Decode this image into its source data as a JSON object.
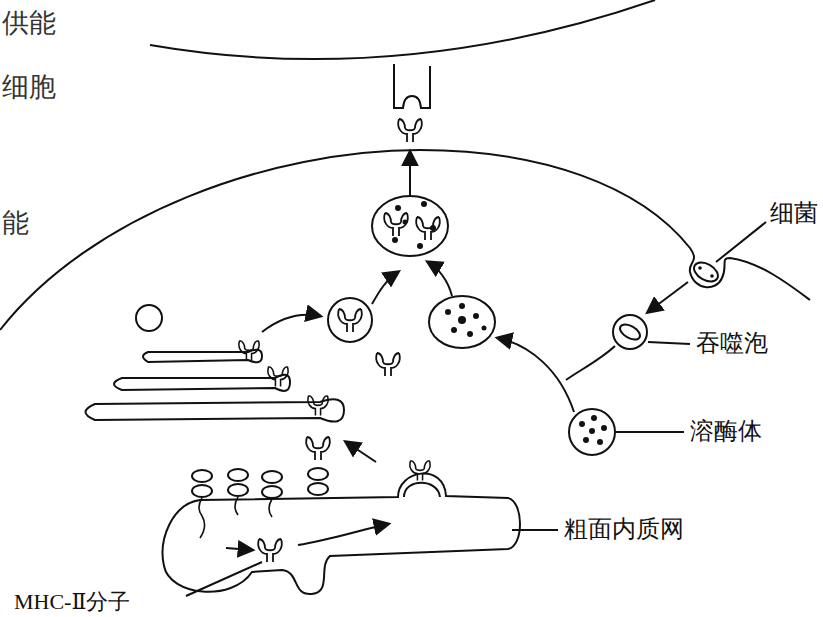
{
  "diagram": {
    "labels": [
      "供能",
      "细胞",
      "能",
      "细菌",
      "吞噬泡",
      "溶酶体",
      "粗面内质网",
      "MHC-Ⅱ分子"
    ]
  }
}
